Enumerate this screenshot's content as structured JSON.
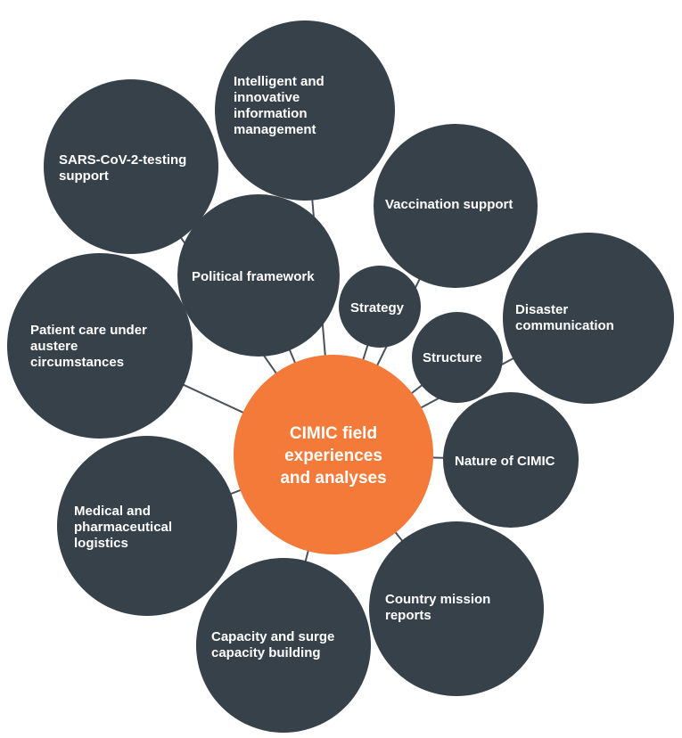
{
  "diagram": {
    "center": {
      "lines": [
        "CIMIC field",
        "experiences",
        "and analyses"
      ],
      "color": "#f47a3a"
    },
    "node_color": "#37414a",
    "line_color": "#4a525b",
    "text_color": "#ffffff",
    "nodes": [
      {
        "id": "intelligent-info-mgmt",
        "lines": [
          "Intelligent and",
          "innovative",
          "information",
          "management"
        ]
      },
      {
        "id": "sars-cov-2-testing",
        "lines": [
          "SARS-CoV-2-testing",
          "support"
        ]
      },
      {
        "id": "vaccination-support",
        "lines": [
          "Vaccination support"
        ]
      },
      {
        "id": "political-framework",
        "lines": [
          "Political framework"
        ]
      },
      {
        "id": "strategy",
        "lines": [
          "Strategy"
        ]
      },
      {
        "id": "disaster-communication",
        "lines": [
          "Disaster",
          "communication"
        ]
      },
      {
        "id": "structure",
        "lines": [
          "Structure"
        ]
      },
      {
        "id": "patient-care",
        "lines": [
          "Patient care under",
          "austere",
          "circumstances"
        ]
      },
      {
        "id": "nature-of-cimic",
        "lines": [
          "Nature of CIMIC"
        ]
      },
      {
        "id": "medical-logistics",
        "lines": [
          "Medical and",
          "pharmaceutical",
          "logistics"
        ]
      },
      {
        "id": "country-mission-reports",
        "lines": [
          "Country mission",
          "reports"
        ]
      },
      {
        "id": "capacity-building",
        "lines": [
          "Capacity and surge",
          "capacity building"
        ]
      }
    ]
  }
}
